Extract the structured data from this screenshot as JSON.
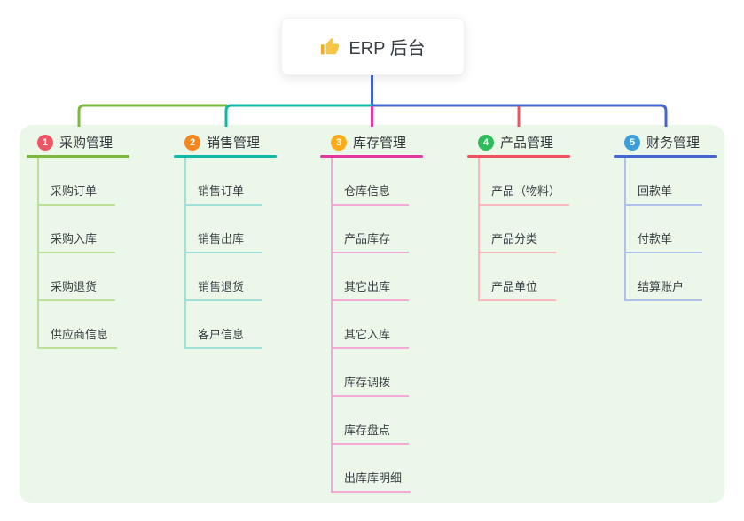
{
  "root": {
    "label": "ERP 后台",
    "icon": "thumbs-up-icon"
  },
  "colors": {
    "canvas_bg": "#FFFFFF",
    "panel_bg": "#EBF8E9",
    "root_line": "#4565D1",
    "root_text": "#3A3F45",
    "header_text": "#33373C",
    "child_text": "#3C4146"
  },
  "branches": [
    {
      "number": "1",
      "name": "采购管理",
      "badge_color": "#ED5565",
      "line_color": "#7CB93E",
      "child_line_color": "#BCDF9B",
      "children": [
        "采购订单",
        "采购入库",
        "采购退货",
        "供应商信息"
      ]
    },
    {
      "number": "2",
      "name": "销售管理",
      "badge_color": "#F6871F",
      "line_color": "#12B7A6",
      "child_line_color": "#A0E0D8",
      "children": [
        "销售订单",
        "销售出库",
        "销售退货",
        "客户信息"
      ]
    },
    {
      "number": "3",
      "name": "库存管理",
      "badge_color": "#FBAC18",
      "line_color": "#E43A9F",
      "child_line_color": "#F5A8D3",
      "children": [
        "仓库信息",
        "产品库存",
        "其它出库",
        "其它入库",
        "库存调拨",
        "库存盘点",
        "出库库明细"
      ]
    },
    {
      "number": "4",
      "name": "产品管理",
      "badge_color": "#30BC5C",
      "line_color": "#F05360",
      "child_line_color": "#F9B8BD",
      "children": [
        "产品（物料）",
        "产品分类",
        "产品单位"
      ]
    },
    {
      "number": "5",
      "name": "财务管理",
      "badge_color": "#3B9FDC",
      "line_color": "#4565D1",
      "child_line_color": "#B0C0EA",
      "children": [
        "回款单",
        "付款单",
        "结算账户"
      ]
    }
  ]
}
